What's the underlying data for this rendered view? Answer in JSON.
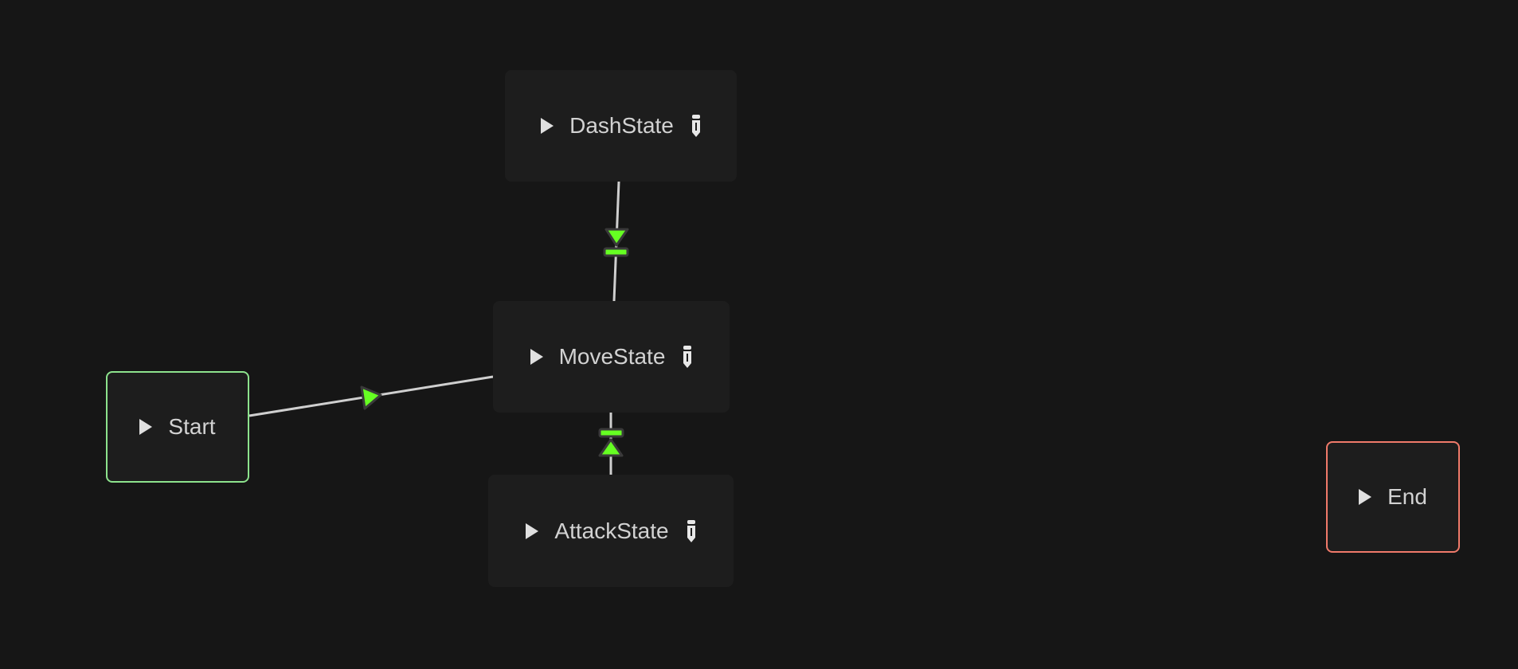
{
  "nodes": [
    {
      "id": "start",
      "label": "Start",
      "type": "start",
      "editable": false
    },
    {
      "id": "dash",
      "label": "DashState",
      "type": "state",
      "editable": true
    },
    {
      "id": "move",
      "label": "MoveState",
      "type": "state",
      "editable": true
    },
    {
      "id": "attack",
      "label": "AttackState",
      "type": "state",
      "editable": true
    },
    {
      "id": "end",
      "label": "End",
      "type": "end",
      "editable": false
    }
  ],
  "edges": [
    {
      "from": "start",
      "to": "move"
    },
    {
      "from": "dash",
      "to": "move"
    },
    {
      "from": "attack",
      "to": "move"
    }
  ],
  "colors": {
    "background": "#161616",
    "node": "#1d1d1d",
    "start_border": "#8de38d",
    "end_border": "#f07a6a",
    "arrow": "#66ff22",
    "edge": "#cccccc"
  }
}
